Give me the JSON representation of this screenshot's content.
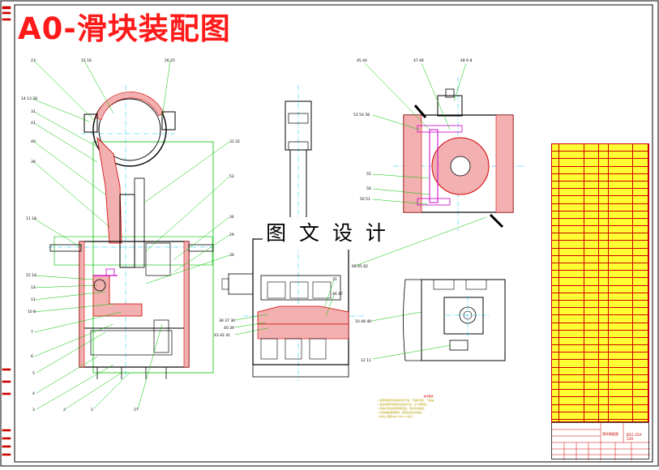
{
  "drawing": {
    "title": "A0-滑块装配图",
    "watermark": "图 文 设 计"
  },
  "callouts_front": [
    "23",
    "15 16",
    "26 25",
    "14 13 28",
    "31",
    "41",
    "40",
    "39",
    "11 18",
    "15 14",
    "12",
    "11",
    "10 8",
    "7",
    "6",
    "5",
    "4",
    "3",
    "2",
    "1",
    "27",
    "33 32",
    "52",
    "34",
    "29",
    "30"
  ],
  "callouts_side": [
    "38 37 36",
    "40 39",
    "43 42 41",
    "35",
    "46 47",
    "10 48 48",
    "66 65 62"
  ],
  "callouts_top": [
    "45 44",
    "47 46",
    "48 9 8",
    "53 54 58",
    "55",
    "56",
    "50 51"
  ],
  "callouts_detail": [
    "12 11"
  ],
  "notes_heading": "技术要求",
  "notes_lines": [
    "1.装配前所有零件需清洗干净，不得有毛刺、飞边等。",
    "2.各运动部件装配后应运动灵活，无卡滞现象。",
    "3.滑块与导轨间隙调整合适，保证导向精度。",
    "4.润滑油路保持畅通，装配后加注润滑油。",
    "5.未注公差按GB/T1804-m执行。"
  ],
  "title_block": {
    "name": "滑块装配图",
    "code": "JB31-25A-12H"
  },
  "colors": {
    "outline": "#000000",
    "leader": "#00c000",
    "hatch": "#d40000",
    "center": "#00bfff",
    "title": "#ff1a1a",
    "bom_fill": "#ffff33",
    "part": "#cc00cc",
    "notes": "#b8a000"
  }
}
